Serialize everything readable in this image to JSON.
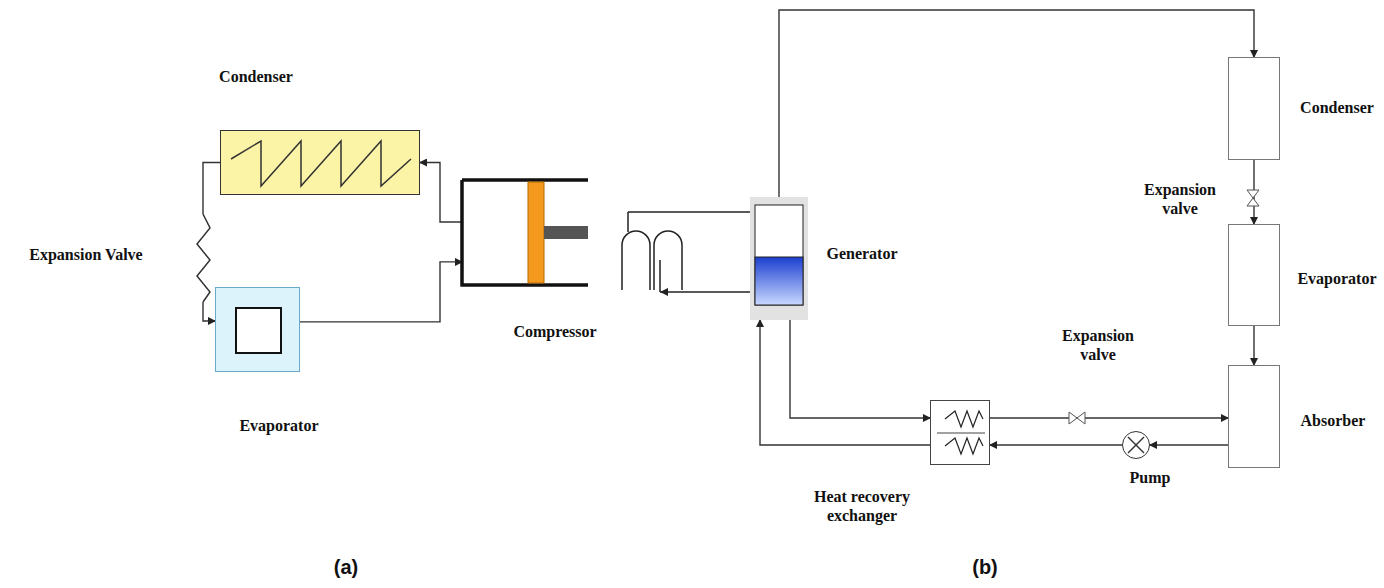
{
  "diagram": {
    "nodes": [
      {
        "text": [
          "Condenser"
        ]
      },
      {
        "text": [
          "Compressor"
        ]
      },
      {
        "text": [
          "Evaporator"
        ]
      },
      {
        "text": [
          "Generator"
        ]
      },
      {
        "text": [
          "Condenser"
        ]
      },
      {
        "text": [
          "Evaporator"
        ]
      },
      {
        "text": [
          "Absorber"
        ]
      },
      {
        "text": [
          "Heat recovery exchanger"
        ]
      },
      {
        "text": [
          "Pump"
        ]
      }
    ],
    "edges": [
      {
        "from": 1,
        "to": 0,
        "arrow": "to"
      },
      {
        "from": 0,
        "to": 2,
        "arrow": "to"
      },
      {
        "from": 2,
        "to": 1,
        "arrow": "to"
      },
      {
        "from": 3,
        "to": 4,
        "arrow": "to"
      },
      {
        "from": 4,
        "to": 5,
        "arrow": "to"
      },
      {
        "from": 5,
        "to": 6,
        "arrow": "to"
      },
      {
        "from": 6,
        "to": 8,
        "arrow": "to"
      },
      {
        "from": 8,
        "to": 7,
        "arrow": "to"
      },
      {
        "from": 7,
        "to": 3,
        "arrow": "to"
      },
      {
        "from": 3,
        "to": 7,
        "arrow": "to"
      },
      {
        "from": 7,
        "to": 6,
        "arrow": "to"
      }
    ],
    "labels": [
      "Expansion Valve",
      "Expansion valve",
      "Expansion valve",
      "(a)",
      "(b)"
    ]
  }
}
